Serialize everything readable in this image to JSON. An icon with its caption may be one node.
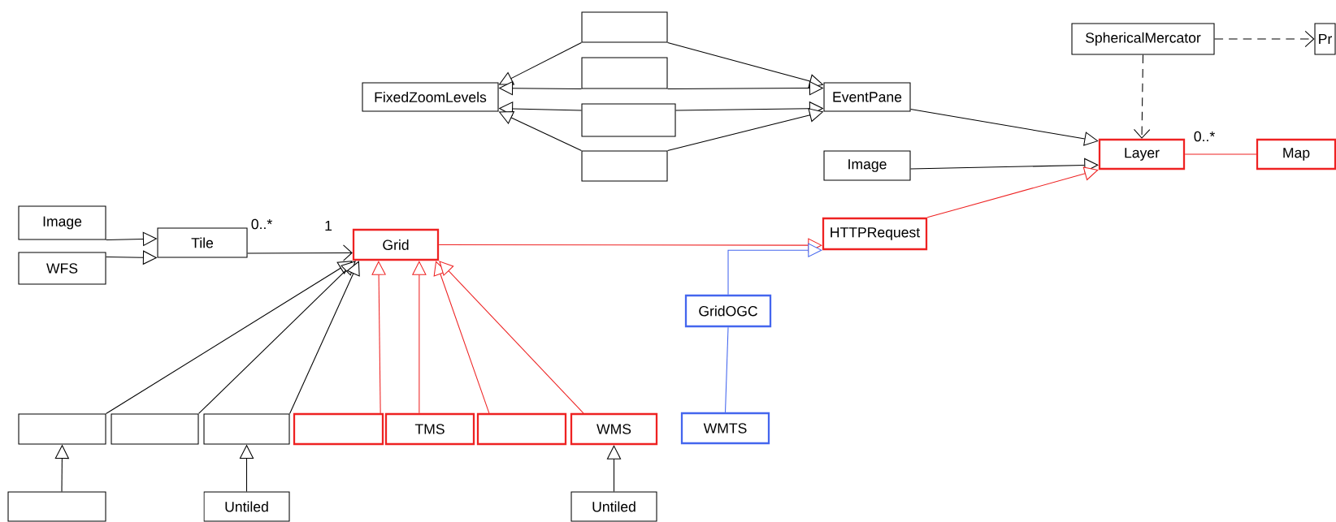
{
  "diagram": {
    "nodes": [
      {
        "text": [],
        "shape": "box"
      },
      {
        "text": [
          "SphericalMercator"
        ]
      },
      {
        "text": [
          "Pr"
        ]
      },
      {
        "text": [],
        "shape": "box"
      },
      {
        "text": [
          "FixedZoomLevels"
        ]
      },
      {
        "text": [
          "EventPane"
        ]
      },
      {
        "text": [],
        "shape": "box"
      },
      {
        "text": [
          "Layer"
        ]
      },
      {
        "text": [
          "Map"
        ]
      },
      {
        "text": [],
        "shape": "box"
      },
      {
        "text": [
          "Image"
        ]
      },
      {
        "text": [
          "Image"
        ]
      },
      {
        "text": [
          "HTTPRequest"
        ]
      },
      {
        "text": [
          "Tile"
        ]
      },
      {
        "text": [
          "Grid"
        ]
      },
      {
        "text": [
          "WFS"
        ]
      },
      {
        "text": [
          "GridOGC"
        ]
      },
      {
        "text": [],
        "shape": "box"
      },
      {
        "text": [],
        "shape": "box"
      },
      {
        "text": [],
        "shape": "box"
      },
      {
        "text": [],
        "shape": "box"
      },
      {
        "text": [
          "TMS"
        ]
      },
      {
        "text": [],
        "shape": "box"
      },
      {
        "text": [
          "WMS"
        ]
      },
      {
        "text": [
          "WMTS"
        ]
      },
      {
        "text": [],
        "shape": "box"
      },
      {
        "text": [
          "Untiled"
        ]
      },
      {
        "text": [
          "Untiled"
        ]
      }
    ],
    "edges": [
      {
        "from": 0,
        "to": 4,
        "arrow": "to"
      },
      {
        "from": 0,
        "to": 5,
        "arrow": "to"
      },
      {
        "from": 3,
        "to": 4,
        "arrow": "to"
      },
      {
        "from": 3,
        "to": 5,
        "arrow": "to"
      },
      {
        "from": 6,
        "to": 4,
        "arrow": "to"
      },
      {
        "from": 6,
        "to": 5,
        "arrow": "to"
      },
      {
        "from": 9,
        "to": 4,
        "arrow": "to"
      },
      {
        "from": 9,
        "to": 5,
        "arrow": "to"
      },
      {
        "from": 5,
        "to": 7,
        "arrow": "to"
      },
      {
        "from": 10,
        "to": 7,
        "arrow": "to"
      },
      {
        "from": 12,
        "to": 7,
        "arrow": "to",
        "color": "#ee2222"
      },
      {
        "from": 1,
        "to": 7,
        "arrow": "to",
        "style": "dashed"
      },
      {
        "from": 1,
        "to": 2,
        "arrow": "to",
        "style": "dashed"
      },
      {
        "from": 7,
        "to": 8,
        "arrow": "none",
        "color": "#ee2222"
      },
      {
        "from": 11,
        "to": 13,
        "arrow": "to"
      },
      {
        "from": 15,
        "to": 13,
        "arrow": "to"
      },
      {
        "from": 13,
        "to": 14,
        "arrow": "to"
      },
      {
        "from": 14,
        "to": 12,
        "arrow": "to",
        "color": "#ee2222"
      },
      {
        "from": 16,
        "to": 12,
        "arrow": "to",
        "color": "#4466ee"
      },
      {
        "from": 24,
        "to": 16,
        "arrow": "none",
        "color": "#4466ee"
      },
      {
        "from": 17,
        "to": 14,
        "arrow": "to"
      },
      {
        "from": 18,
        "to": 14,
        "arrow": "to"
      },
      {
        "from": 19,
        "to": 14,
        "arrow": "to"
      },
      {
        "from": 20,
        "to": 14,
        "arrow": "to",
        "color": "#ee2222"
      },
      {
        "from": 21,
        "to": 14,
        "arrow": "to",
        "color": "#ee2222"
      },
      {
        "from": 22,
        "to": 14,
        "arrow": "to",
        "color": "#ee2222"
      },
      {
        "from": 23,
        "to": 14,
        "arrow": "to",
        "color": "#ee2222"
      },
      {
        "from": 25,
        "to": 17,
        "arrow": "to"
      },
      {
        "from": 26,
        "to": 19,
        "arrow": "to"
      },
      {
        "from": 27,
        "to": 23,
        "arrow": "to"
      }
    ],
    "labels": [
      "0..*",
      "0..*",
      "1"
    ]
  }
}
